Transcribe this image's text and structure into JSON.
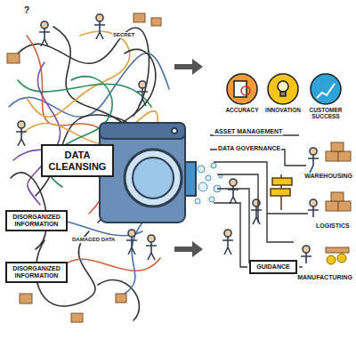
{
  "diagram": {
    "nodes": [
      {
        "text": [
          "DATA CLEANSING"
        ]
      },
      {
        "text": [
          "DISORGANIZED INFORMATION"
        ]
      },
      {
        "text": [
          "DISORGANIZED INFORMATION"
        ]
      },
      {
        "text": [
          "GUIDANCE"
        ]
      }
    ],
    "labels": [
      "?",
      "SECRET",
      "DAMAGED DATA",
      "ACCURACY",
      "INNOVATION",
      "CUSTOMER SUCCESS",
      "ASSET MANAGEMENT",
      "DATA GOVERNANCE",
      "WAREHOUSING",
      "LOGISTICS",
      "MANUFACTURING"
    ]
  }
}
